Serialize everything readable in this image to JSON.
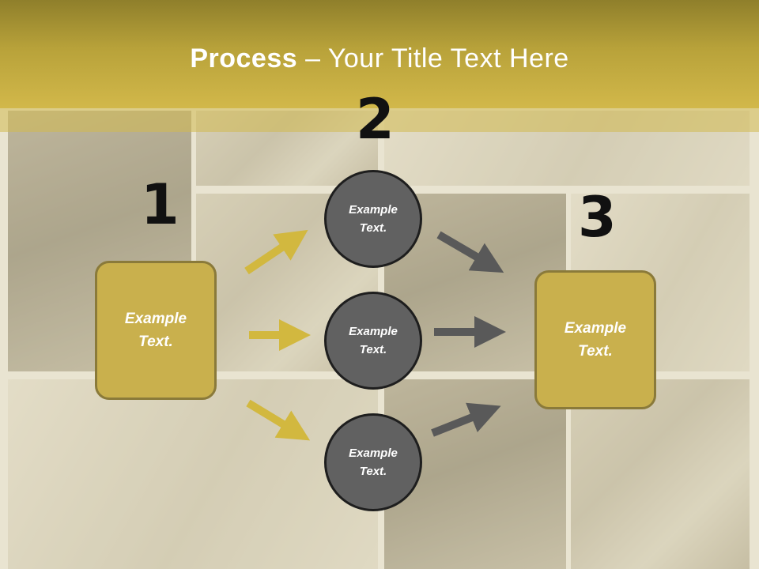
{
  "title": {
    "bold": "Process",
    "rest": " – Your Title Text Here"
  },
  "steps": [
    {
      "number": "1",
      "label": "Example Text."
    },
    {
      "number": "2"
    },
    {
      "number": "3",
      "label": "Example Text."
    }
  ],
  "circles": [
    {
      "label": "Example Text."
    },
    {
      "label": "Example Text."
    },
    {
      "label": "Example Text."
    }
  ],
  "colors": {
    "header": "#c7ae43",
    "box_fill": "#c9b04d",
    "box_border": "#8a7a3a",
    "circle_fill": "#616161",
    "circle_border": "#1e1e1e",
    "arrow_gold": "#d2b83f",
    "arrow_gray": "#595959"
  }
}
